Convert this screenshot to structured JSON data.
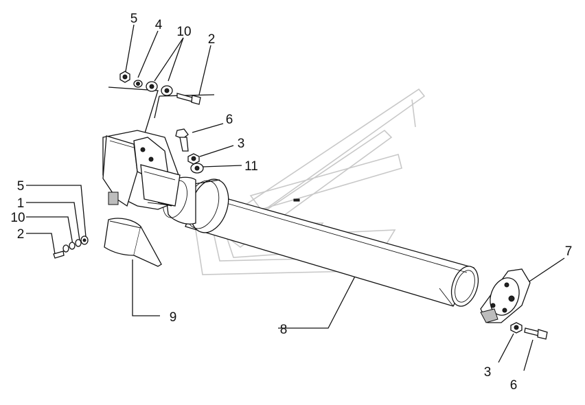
{
  "callouts": [
    {
      "id": "c-5-top",
      "text": "5"
    },
    {
      "id": "c-4-top",
      "text": "4"
    },
    {
      "id": "c-10-top",
      "text": "10"
    },
    {
      "id": "c-2-top",
      "text": "2"
    },
    {
      "id": "c-6-mid",
      "text": "6"
    },
    {
      "id": "c-3-mid",
      "text": "3"
    },
    {
      "id": "c-11",
      "text": "11"
    },
    {
      "id": "c-5-left",
      "text": "5"
    },
    {
      "id": "c-1-left",
      "text": "1"
    },
    {
      "id": "c-10-left",
      "text": "10"
    },
    {
      "id": "c-2-left",
      "text": "2"
    },
    {
      "id": "c-9",
      "text": "9"
    },
    {
      "id": "c-8",
      "text": "8"
    },
    {
      "id": "c-7",
      "text": "7"
    },
    {
      "id": "c-3-bottom",
      "text": "3"
    },
    {
      "id": "c-6-bottom",
      "text": "6"
    }
  ]
}
